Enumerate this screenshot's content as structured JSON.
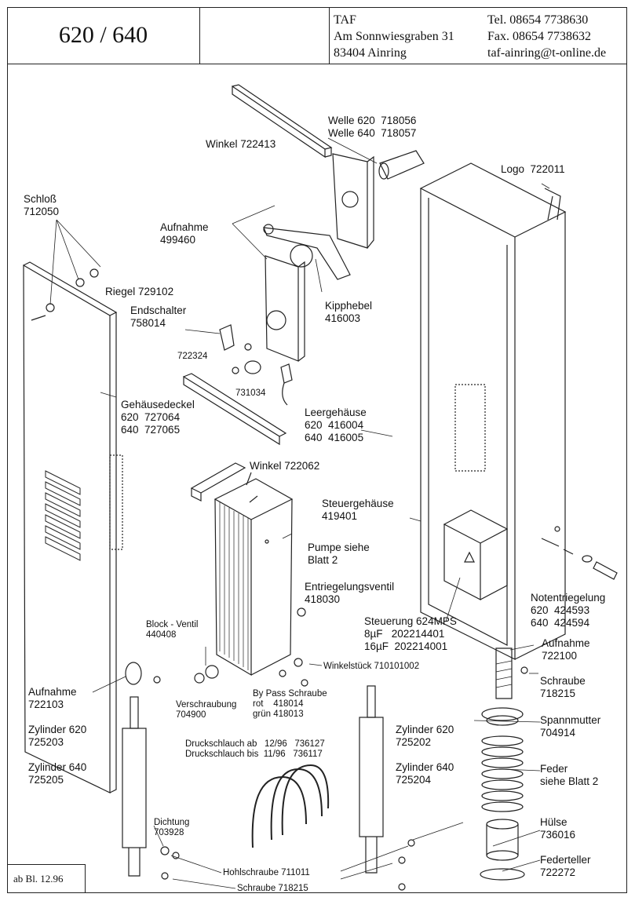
{
  "header": {
    "model": "620 / 640",
    "company": [
      "TAF",
      "Am Sonnwiesgraben 31",
      "83404 Ainring"
    ],
    "contact": [
      "Tel.   08654 7738630",
      "Fax.  08654 7738632",
      "taf-ainring@t-online.de"
    ]
  },
  "labels": {
    "winkel1": "Winkel 722413",
    "welle": "Welle 620  718056\nWelle 640  718057",
    "logo": "Logo  722011",
    "schloss": "Schloß\n712050",
    "aufnahme1": "Aufnahme\n499460",
    "riegel": "Riegel 729102",
    "endschalter": "Endschalter\n758014",
    "kipphebel": "Kipphebel\n416003",
    "n722324": "722324",
    "n731034": "731034",
    "gehaeusedeckel": "Gehäusedeckel\n620  727064\n640  727065",
    "leergehaeuse": "Leergehäuse\n620  416004\n640  416005",
    "winkel2": "Winkel 722062",
    "steuergehaeuse": "Steuergehäuse\n419401",
    "pumpe": "Pumpe siehe\nBlatt 2",
    "entriegelungsventil": "Entriegelungsventil\n418030",
    "blockventil": "Block - Ventil\n440408",
    "notentriegelung": "Notentriegelung\n620  424593\n640  424594",
    "steuerung": "Steuerung 624MPS\n8µF   202214401\n16µF  202214001",
    "winkelstueck": "Winkelstück 710101002",
    "aufnahme2": "Aufnahme\n722100",
    "schraube1": "Schraube\n718215",
    "aufnahme3": "Aufnahme\n722103",
    "verschraubung": "Verschraubung\n704900",
    "bypass": "By Pass Schraube\nrot    418014\ngrün 418013",
    "zylinder620a": "Zylinder 620\n725203",
    "zylinder640a": "Zylinder 640\n725205",
    "zylinder620b": "Zylinder 620\n725202",
    "zylinder640b": "Zylinder 640\n725204",
    "spannmutter": "Spannmutter\n704914",
    "druckschlauch": "Druckschlauch ab   12/96   736127\nDruckschlauch bis  11/96   736117",
    "feder": "Feder\nsiehe Blatt 2",
    "dichtung": "Dichtung\n703928",
    "huelse": "Hülse\n736016",
    "hohlschraube": "Hohlschraube 711011",
    "federteller": "Federteller\n722272",
    "schraube2": "Schraube 718215"
  },
  "footer": "ab Bl. 12.96"
}
